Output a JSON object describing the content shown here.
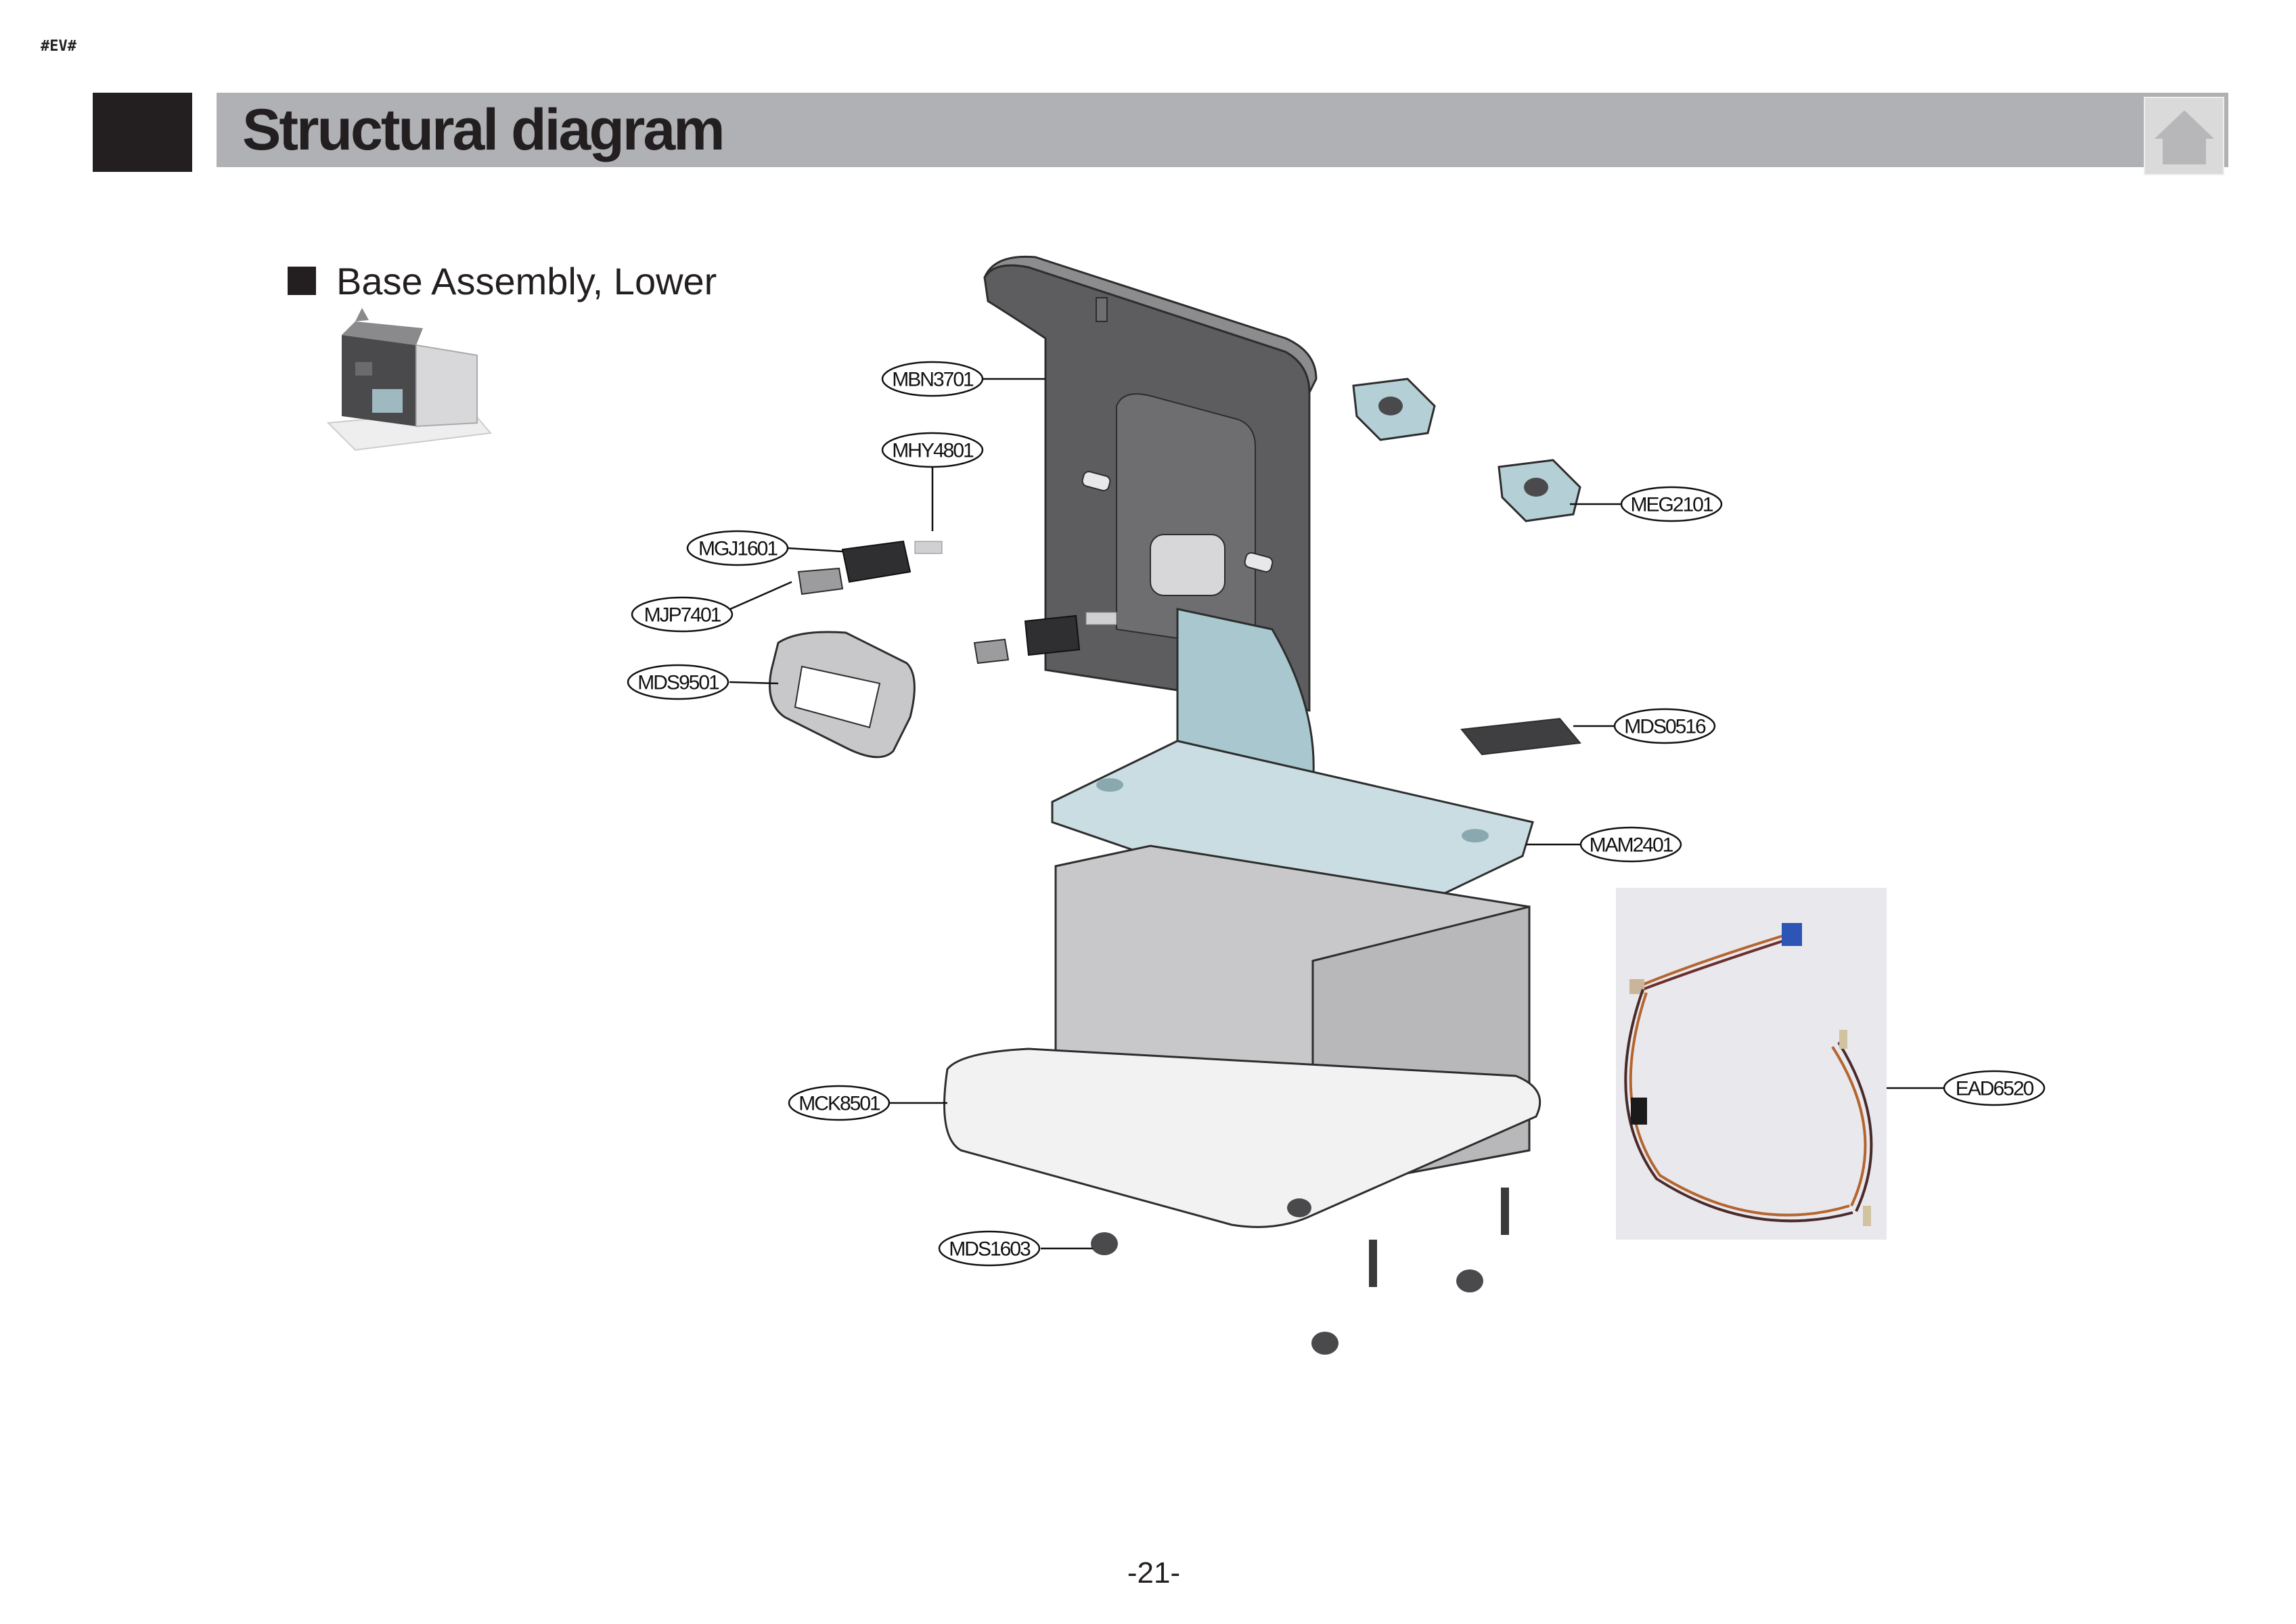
{
  "header": {
    "tag": "#EV#",
    "title": "Structural diagram",
    "home_label": "home"
  },
  "section": {
    "title": "Base Assembly, Lower"
  },
  "parts": [
    {
      "code": "MBN3701"
    },
    {
      "code": "MHY4801"
    },
    {
      "code": "MGJ1601"
    },
    {
      "code": "MJP7401"
    },
    {
      "code": "MDS9501"
    },
    {
      "code": "MEG2101"
    },
    {
      "code": "MDS0516"
    },
    {
      "code": "MAM2401"
    },
    {
      "code": "MCK8501"
    },
    {
      "code": "MDS1603"
    },
    {
      "code": "EAD6520"
    }
  ],
  "footer": {
    "page_number": "-21-"
  },
  "icons": [
    "home-icon"
  ],
  "colors": {
    "title_bar": "#b0b1b4",
    "dark": "#231f20",
    "part_dark_gray": "#5a5a5c",
    "part_light_blue": "#c9dde2",
    "part_light_gray": "#c8c8ca"
  }
}
